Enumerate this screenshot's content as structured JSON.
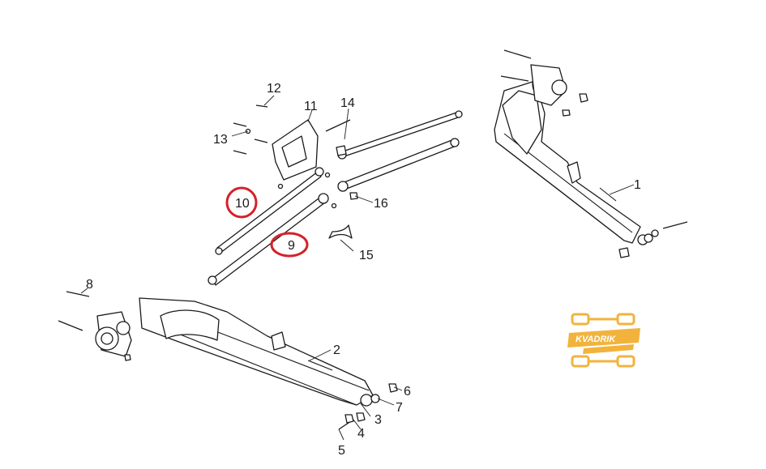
{
  "callouts": [
    "1",
    "2",
    "3",
    "4",
    "5",
    "6",
    "7",
    "8",
    "9",
    "10",
    "11",
    "12",
    "13",
    "14",
    "15",
    "16"
  ],
  "highlighted_callouts": [
    "9",
    "10"
  ],
  "colors": {
    "highlight": "#d3222a",
    "logo": "#f2b33d",
    "line": "#1a1a1a"
  },
  "watermark": {
    "text": "KVADRIK"
  }
}
